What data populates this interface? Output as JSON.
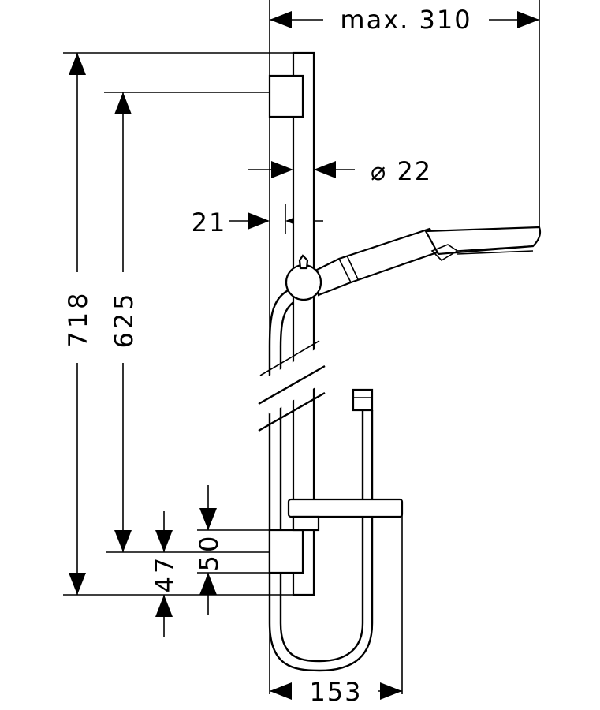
{
  "dimensions": {
    "max_width_label": "max. 310",
    "rail_diameter_label": "⌀ 22",
    "rail_offset_label": "21",
    "total_height_label": "718",
    "bracket_spacing_label": "625",
    "bottom_offset_label": "47",
    "bracket_height_label": "50",
    "holder_depth_label": "153"
  }
}
